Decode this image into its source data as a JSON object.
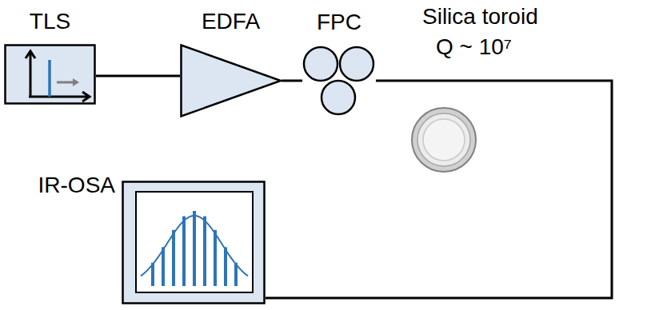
{
  "diagram": {
    "nodes": [
      {
        "text": [
          "TLS"
        ]
      },
      {
        "text": [
          "EDFA"
        ]
      },
      {
        "text": [
          "FPC"
        ]
      },
      {
        "text": [
          "Silica toroid",
          "Q ~ 10⁷"
        ]
      },
      {
        "text": [
          "IR-OSA"
        ]
      }
    ],
    "edges": [
      {
        "from": 0,
        "to": 1,
        "arrow": "none"
      },
      {
        "from": 1,
        "to": 2,
        "arrow": "none"
      },
      {
        "from": 2,
        "to": 4,
        "arrow": "none"
      }
    ]
  }
}
